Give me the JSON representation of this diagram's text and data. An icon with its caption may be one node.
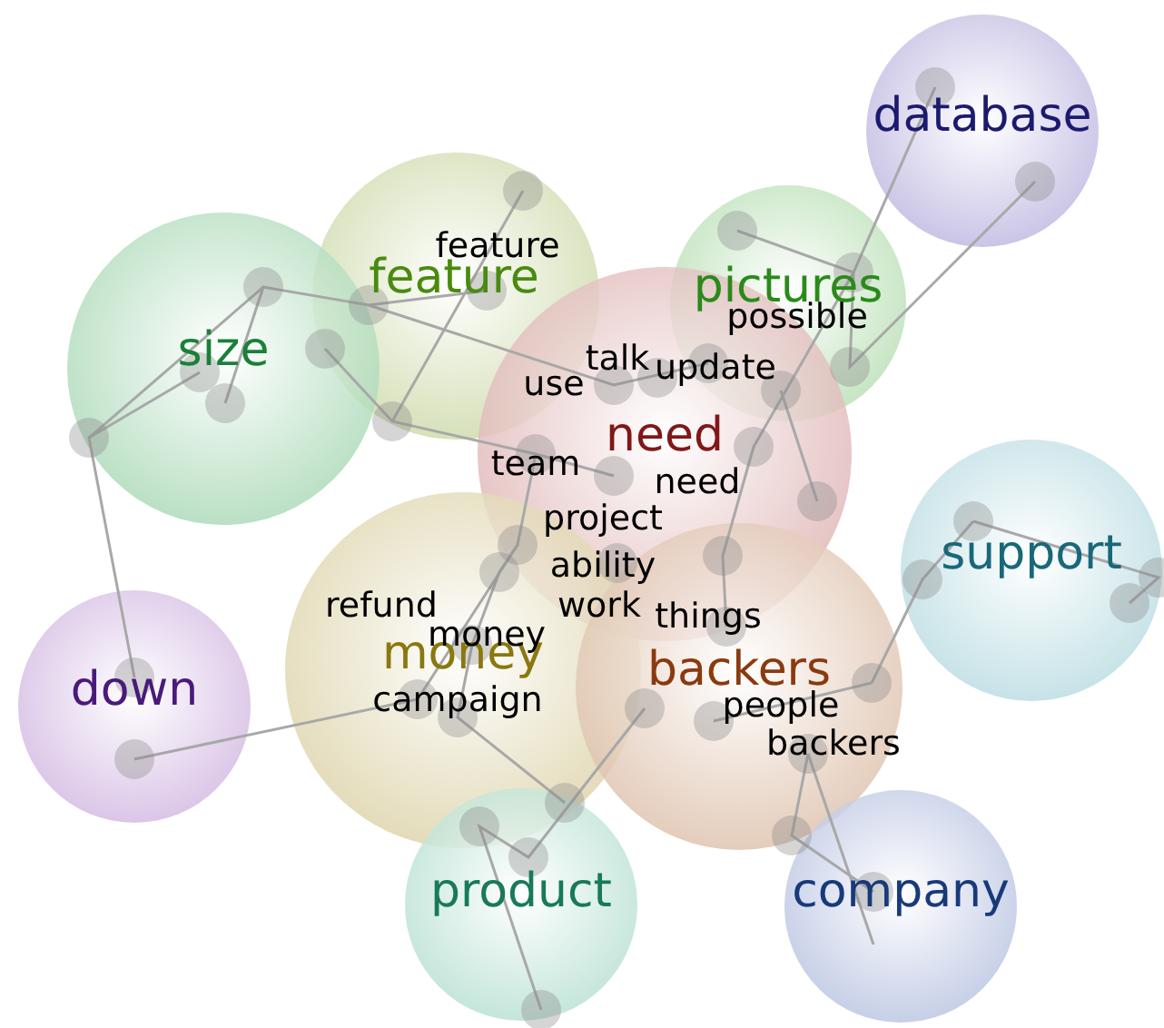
{
  "diagram": {
    "nodes": [
      {
        "text": [
          "database"
        ]
      },
      {
        "text": [
          "feature"
        ]
      },
      {
        "text": [
          "pictures"
        ]
      },
      {
        "text": [
          "size"
        ]
      },
      {
        "text": [
          "need"
        ]
      },
      {
        "text": [
          "support"
        ]
      },
      {
        "text": [
          "money"
        ]
      },
      {
        "text": [
          "backers"
        ]
      },
      {
        "text": [
          "down"
        ]
      },
      {
        "text": [
          "product"
        ]
      },
      {
        "text": [
          "company"
        ]
      }
    ],
    "labels": [
      "feature",
      "possible",
      "talk",
      "update",
      "use",
      "team",
      "need",
      "project",
      "ability",
      "work",
      "refund",
      "things",
      "money",
      "campaign",
      "people",
      "backers"
    ]
  }
}
